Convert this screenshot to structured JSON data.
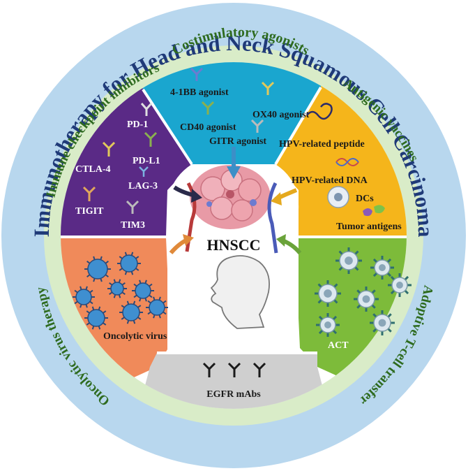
{
  "title": "Immunotherapy for Head and Neck Squamous Cell Carcinoma",
  "center_label": "HNSCC",
  "categories": {
    "costimulatory": "Costimulatory agonists",
    "checkpoint": "Immune checkpoint inhibitors",
    "vaccines": "Antigenic vaccines",
    "oncolytic": "Oncolytic virus therapy",
    "adoptive": "Adoptive T-cell transfer"
  },
  "segments": {
    "costimulatory": {
      "color": "#1aa6cf",
      "items": [
        "4-1BB agonist",
        "OX40 agonist",
        "CD40 agonist",
        "GITR agonist"
      ]
    },
    "checkpoint": {
      "color": "#5a2a86",
      "items": [
        "PD-1",
        "PD-L1",
        "CTLA-4",
        "LAG-3",
        "TIGIT",
        "TIM3"
      ]
    },
    "vaccines": {
      "color": "#f5b51b",
      "items": [
        "HPV-related peptide",
        "HPV-related DNA",
        "DCs",
        "Tumor antigens"
      ]
    },
    "oncolytic": {
      "color": "#f08a5a",
      "items": [
        "Oncolytic virus"
      ]
    },
    "adoptive": {
      "color": "#7dbb3a",
      "items": [
        "ACT"
      ]
    },
    "egfr": {
      "color": "#cfcfcf",
      "items": [
        "EGFR mAbs"
      ]
    }
  },
  "colors": {
    "outer_ring": "#b8d7ee",
    "inner_ring": "#d9ecc8",
    "title_text": "#1f3a78",
    "category_text": "#2e6b1f"
  }
}
